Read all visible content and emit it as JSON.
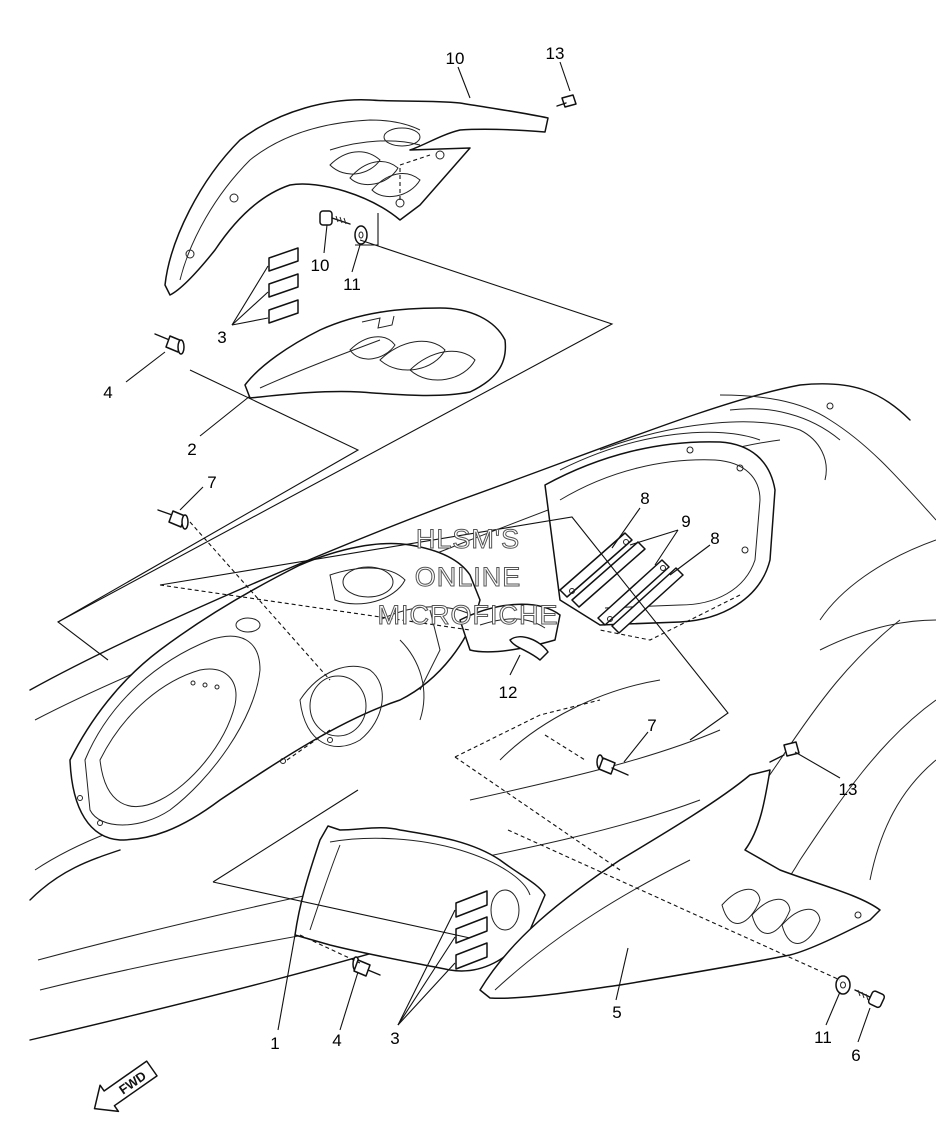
{
  "watermark": {
    "line1": "HLSM'S",
    "line2": "ONLINE",
    "line3": "MICROFICHE"
  },
  "fwd_label": "FWD",
  "callouts": [
    {
      "id": "c1",
      "label": "1"
    },
    {
      "id": "c2",
      "label": "2"
    },
    {
      "id": "c3a",
      "label": "3"
    },
    {
      "id": "c3b",
      "label": "3"
    },
    {
      "id": "c4a",
      "label": "4"
    },
    {
      "id": "c4b",
      "label": "4"
    },
    {
      "id": "c5",
      "label": "5"
    },
    {
      "id": "c6",
      "label": "6"
    },
    {
      "id": "c7a",
      "label": "7"
    },
    {
      "id": "c7b",
      "label": "7"
    },
    {
      "id": "c8a",
      "label": "8"
    },
    {
      "id": "c8b",
      "label": "8"
    },
    {
      "id": "c9",
      "label": "9"
    },
    {
      "id": "c10a",
      "label": "10"
    },
    {
      "id": "c10b",
      "label": "10"
    },
    {
      "id": "c11a",
      "label": "11"
    },
    {
      "id": "c11b",
      "label": "11"
    },
    {
      "id": "c12",
      "label": "12"
    },
    {
      "id": "c13a",
      "label": "13"
    },
    {
      "id": "c13b",
      "label": "13"
    }
  ]
}
